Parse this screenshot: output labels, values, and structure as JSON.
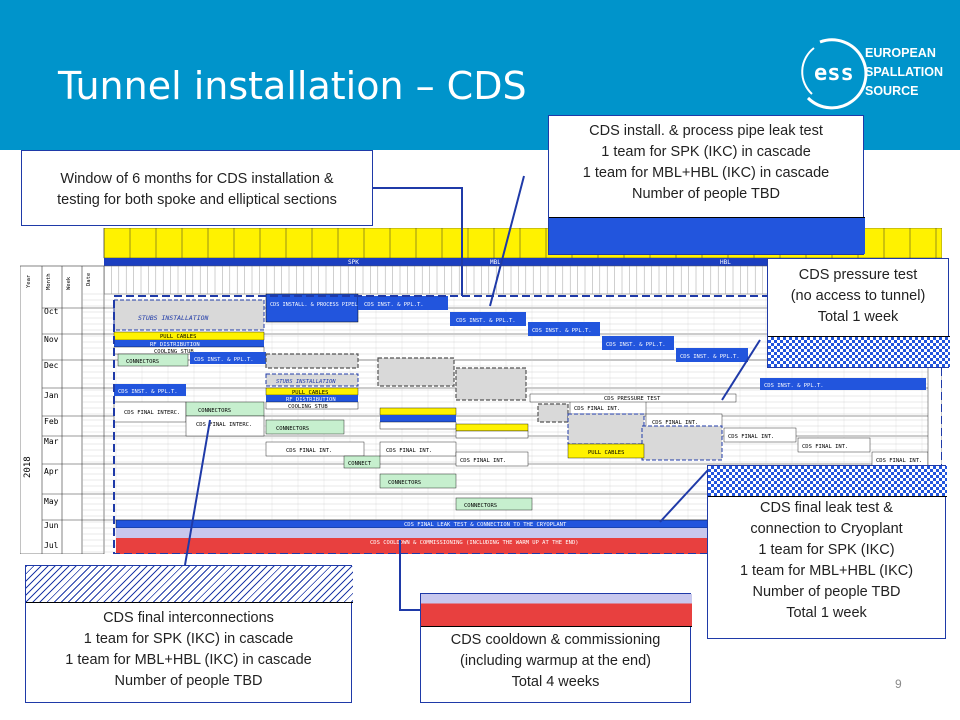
{
  "slide": {
    "title": "Tunnel installation – CDS",
    "page_number": "9"
  },
  "logo": {
    "mark": "ess",
    "line1": "EUROPEAN",
    "line2": "SPALLATION",
    "line3": "SOURCE"
  },
  "colors": {
    "header": "#0094cb",
    "callout_border": "#1f3aa8",
    "blue_bar": "#2255dd",
    "yellow": "#fff200",
    "green": "#c6efce",
    "red": "#e8403f"
  },
  "callouts": {
    "window": {
      "lines": [
        "Window of 6 months for CDS installation &",
        "testing for both spoke and elliptical sections"
      ]
    },
    "install": {
      "lines": [
        "CDS install. & process pipe leak test",
        "1 team for SPK (IKC) in cascade",
        "1 team for MBL+HBL (IKC) in cascade",
        "Number of people TBD"
      ]
    },
    "pressure": {
      "lines": [
        "CDS pressure test",
        "(no access to tunnel)",
        "Total 1 week"
      ]
    },
    "final_leak": {
      "lines": [
        "CDS final leak test &",
        "connection to Cryoplant",
        "1 team for SPK (IKC)",
        "1 team for MBL+HBL (IKC)",
        "Number of people TBD",
        "Total 1 week"
      ]
    },
    "interconnect": {
      "lines": [
        "CDS final interconnections",
        "1 team for SPK (IKC) in cascade",
        "1 team for MBL+HBL (IKC) in cascade",
        "Number of people TBD"
      ]
    },
    "cooldown": {
      "lines": [
        "CDS cooldown & commissioning",
        "(including warmup at the end)",
        "Total 4 weeks"
      ]
    }
  },
  "schedule": {
    "row_headers": [
      "Year",
      "Month",
      "Week",
      "Date"
    ],
    "months": [
      "Oct",
      "Nov",
      "Dec",
      "Jan",
      "Feb",
      "Mar",
      "Apr",
      "May",
      "Jun",
      "Jul"
    ],
    "year": "2018",
    "section_labels": [
      "SPK",
      "MBL",
      "HBL"
    ],
    "bars": {
      "stubs_install": "STUBS INSTALLATION",
      "install_ppl_test": "CDS INSTALL. & PROCESS PIPELINE LEAK TEST",
      "inst_ppl": "CDS INST. & PPL.T.",
      "pull_cables": "PULL CABLES",
      "rf_distribution": "RF DISTRIBUTION",
      "cooling_stub": "COOLING STUB",
      "connectors": "CONNECTORS",
      "final_interc": "CDS FINAL INTERC.",
      "final_int": "CDS FINAL INT.",
      "pressure_test": "CDS PRESSURE TEST",
      "connect": "CONNECT",
      "final_leak_test": "CDS FINAL LEAK TEST & CONNECTION TO THE CRYOPLANT",
      "cooldown": "CDS COOLDOWN & COMMISSIONING (INCLUDING THE WARM UP AT THE END)"
    }
  }
}
